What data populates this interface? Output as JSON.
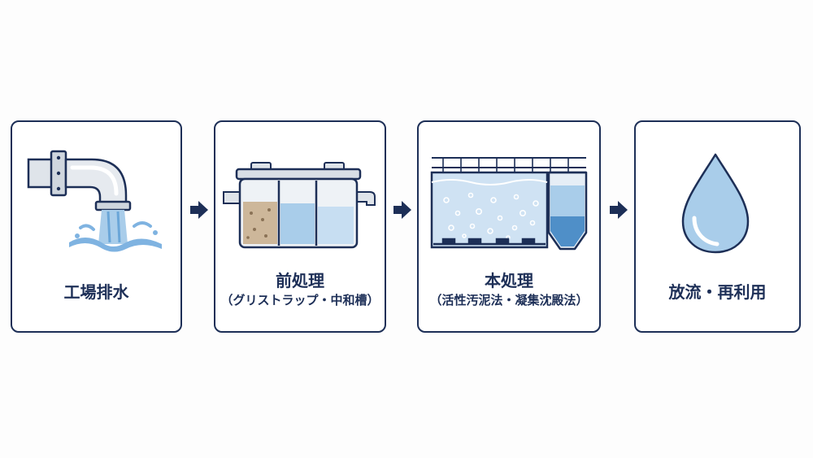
{
  "steps": [
    {
      "title": "工場排水",
      "subtitle": "",
      "icon": "pipe-discharge-icon"
    },
    {
      "title": "前処理",
      "subtitle": "（グリストラップ・中和槽）",
      "icon": "pretreatment-tank-icon"
    },
    {
      "title": "本処理",
      "subtitle": "（活性汚泥法・凝集沈殿法）",
      "icon": "aeration-tank-icon"
    },
    {
      "title": "放流・再利用",
      "subtitle": "",
      "icon": "water-drop-icon"
    }
  ],
  "colors": {
    "navy": "#1d2f57",
    "water": "#a9cdea",
    "water_dark": "#4f8fc8",
    "pipe": "#dfe4ea",
    "sludge": "#cdb79a"
  }
}
